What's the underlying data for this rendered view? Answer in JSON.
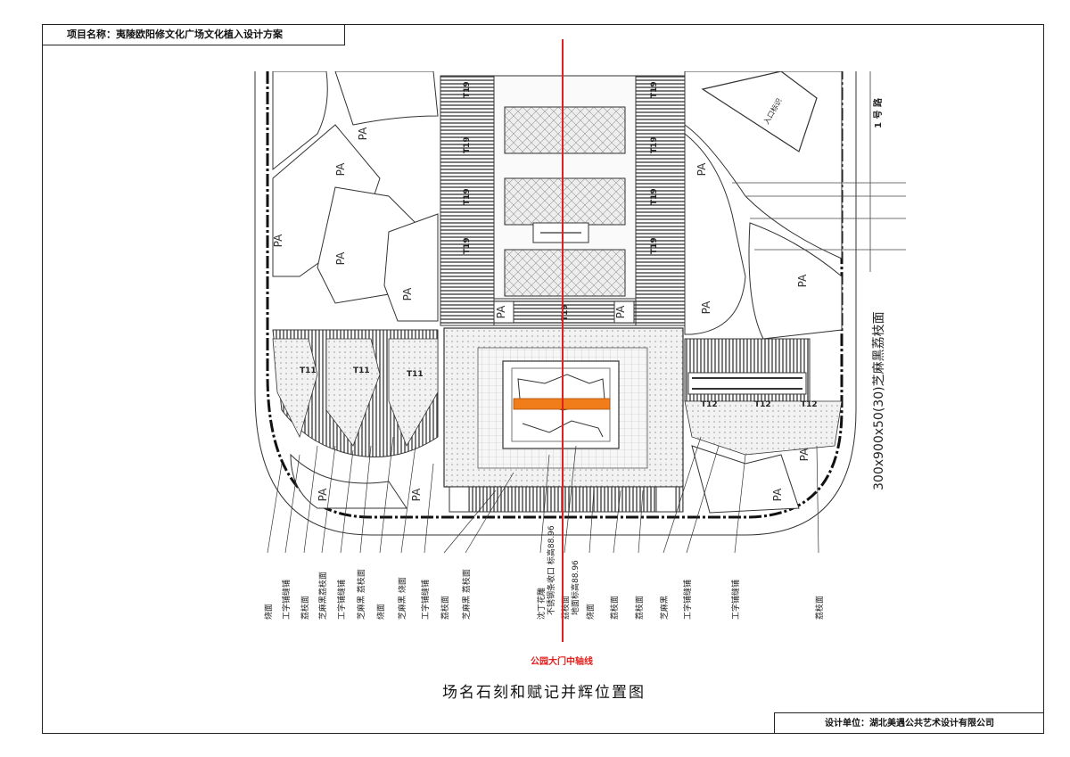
{
  "header": {
    "project_label": "项目名称：夷陵欧阳修文化广场文化植入设计方案"
  },
  "drawing": {
    "title": "场名石刻和赋记并辉位置图",
    "axis_label": "公园大门中轴线",
    "designer": "设计单位：湖北美遇公共艺术设计有限公司",
    "entrance_sign": "入口标识",
    "road_name": "1 号 路",
    "paving_spec": "300x900x50(30)芝麻黑荔枝面",
    "elevation_a": "不锈钢条收口 标高88.96",
    "elevation_b": "地面标高88.96",
    "pa_label": "PA",
    "t19": "T19",
    "t11": "T11",
    "t12": "T12",
    "bottom_labels": [
      "烧面",
      "工字铺缝铺",
      "荔枝面",
      "芝麻黑荔枝面",
      "工字铺缝铺",
      "芝麻黑 荔枝面",
      "烧面",
      "芝麻黑 烧面",
      "工字铺缝铺",
      "荔枝面",
      "芝麻黑 荔枝面",
      "沈丁花雕",
      "荔枝面",
      "烧面",
      "荔枝面",
      "荔枝面",
      "芝麻黑",
      "工字铺缝铺",
      "工字铺缝铺",
      "荔枝面"
    ]
  },
  "colors": {
    "axis": "#e0201e",
    "highlight": "#f07d1a",
    "line": "#222222"
  }
}
